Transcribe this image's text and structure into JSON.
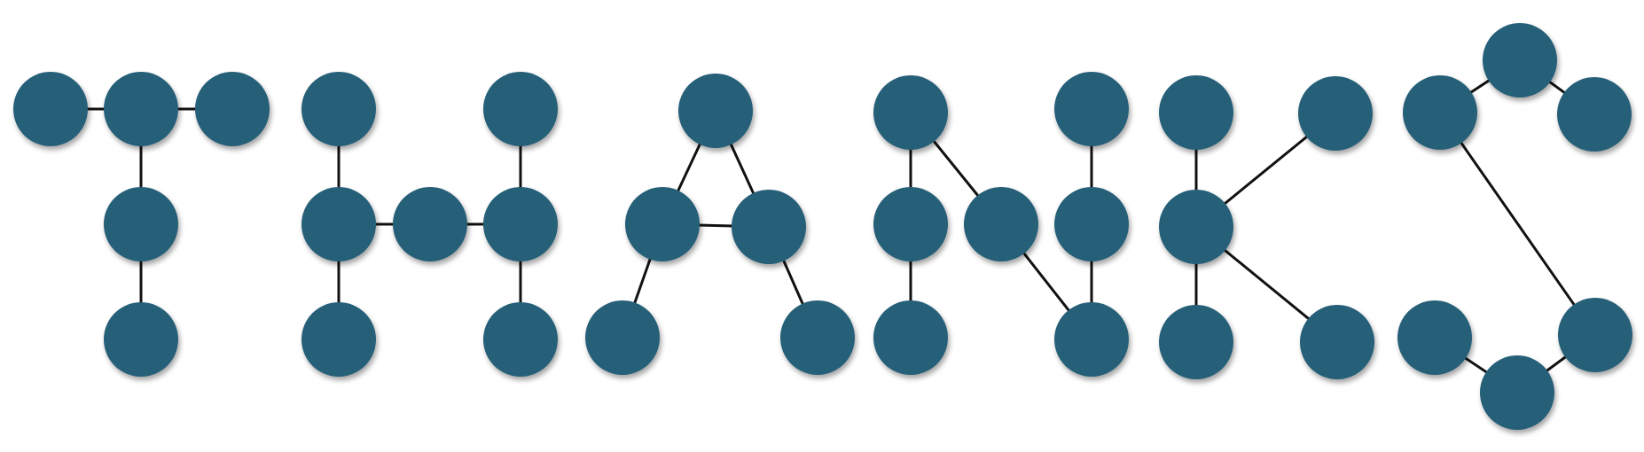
{
  "diagram": {
    "type": "network-graph-letters",
    "node_color": "#275e78",
    "edge_color": "#111111",
    "letters": [
      {
        "id": "T",
        "node_count": 5,
        "edge_count": 4
      },
      {
        "id": "H",
        "node_count": 7,
        "edge_count": 6
      },
      {
        "id": "A",
        "node_count": 5,
        "edge_count": 5
      },
      {
        "id": "N",
        "node_count": 7,
        "edge_count": 6
      },
      {
        "id": "K",
        "node_count": 5,
        "edge_count": 4
      },
      {
        "id": "S",
        "node_count": 6,
        "edge_count": 5
      }
    ]
  }
}
